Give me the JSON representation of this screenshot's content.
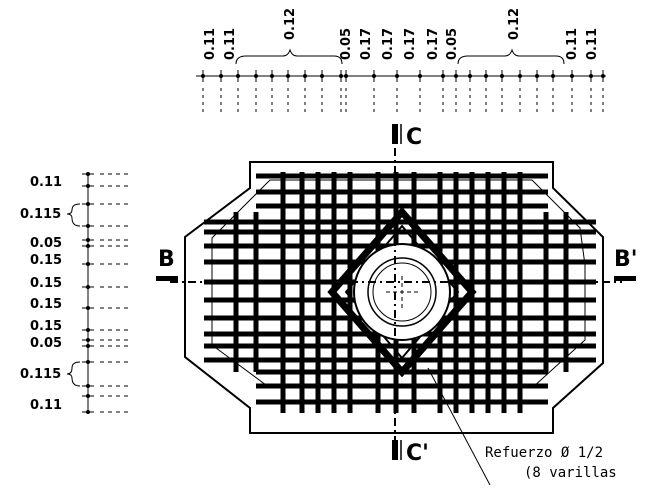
{
  "top_dims": [
    "0.11",
    "0.11",
    "0.12",
    "0.05",
    "0.17",
    "0.17",
    "0.17",
    "0.17",
    "0.05",
    "0.12",
    "0.11",
    "0.11"
  ],
  "left_dims": [
    "0.11",
    "0.115",
    "0.05",
    "0.15",
    "0.15",
    "0.15",
    "0.15",
    "0.05",
    "0.115",
    "0.11"
  ],
  "sections": {
    "c_top": "C",
    "c_bottom": "C'",
    "b_left": "B",
    "b_right": "B'"
  },
  "note": {
    "line1": "Refuerzo Ø 1/2",
    "line2": "(8 varillas"
  }
}
